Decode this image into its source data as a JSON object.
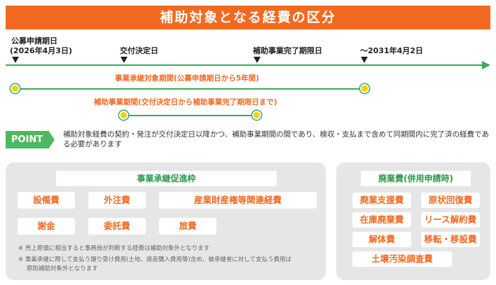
{
  "title": "補助対象となる経費の区分",
  "timeline": {
    "markers": [
      {
        "line1": "公募申請期日",
        "line2": "(2026年4月3日)"
      },
      {
        "line1": "交付決定日"
      },
      {
        "line1": "補助事業完了期限日"
      },
      {
        "line1": "～2031年4月2日"
      }
    ],
    "period1": "事業承継対象期間(公募申請期日から5年間)",
    "period2": "補助事業期間(交付決定日から補助事業完了期限日まで)"
  },
  "point": {
    "badge": "POINT",
    "text": "補助対象経費の契約・発注が交付決定日以降かつ、補助事業期間の間であり、検収・支払まで含めて同期間内に完了済の経費である必要があります"
  },
  "left_panel": {
    "header": "事業承継促進枠",
    "items": [
      "設備費",
      "外注費",
      "産業財産権等関連経費",
      "謝金",
      "委託費",
      "旅費"
    ],
    "notes": [
      "※ 売上原価に相当すると事務局が判断する経費は補助対象外となります",
      "※ 事業承継に際して支払う譲り受け費用(土地、資産購入費用等)含め、被承継者に対して支払う費用は",
      "原則補助対象外となります"
    ]
  },
  "right_panel": {
    "header": "廃業費(併用申請時)",
    "items": [
      "廃業支援費",
      "原状回復費",
      "在庫廃棄費",
      "リース解約費",
      "解体費",
      "移転・移設費",
      "土壌汚染調査費"
    ]
  },
  "colors": {
    "orange": "#f26a21",
    "green": "#3aaa5c",
    "yellow": "#f5d000"
  }
}
